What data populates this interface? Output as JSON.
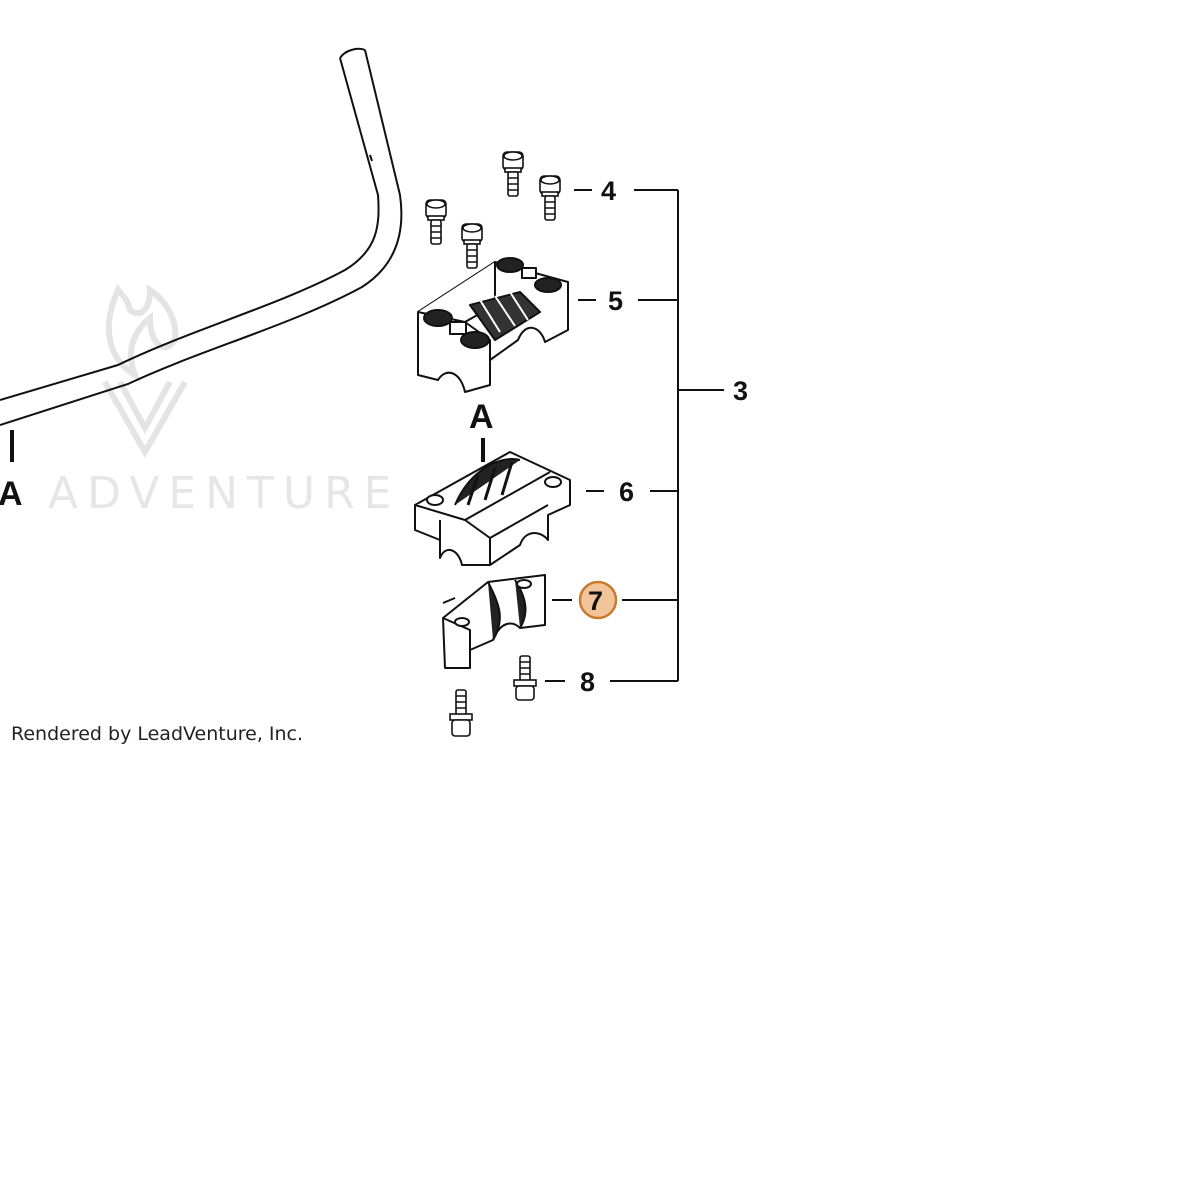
{
  "diagram": {
    "callouts": [
      {
        "id": "4",
        "label": "4"
      },
      {
        "id": "5",
        "label": "5"
      },
      {
        "id": "6",
        "label": "6"
      },
      {
        "id": "7",
        "label": "7"
      },
      {
        "id": "8",
        "label": "8"
      },
      {
        "id": "3",
        "label": "3"
      }
    ],
    "view_markers": {
      "left": "A",
      "center": "A"
    },
    "highlight": {
      "callout": "7",
      "fill": "#f2c49a",
      "stroke": "#c97a2f"
    },
    "watermark": {
      "text": "ADVENTURE"
    },
    "credit": "Rendered by LeadVenture, Inc."
  }
}
